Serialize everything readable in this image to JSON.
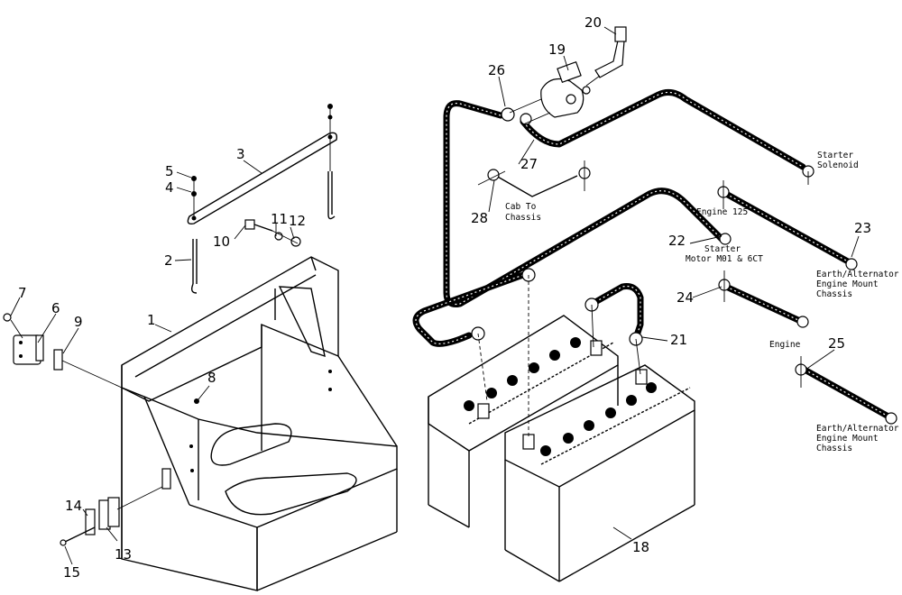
{
  "callouts": [
    "1",
    "2",
    "3",
    "4",
    "5",
    "6",
    "7",
    "8",
    "9",
    "10",
    "11",
    "12",
    "13",
    "14",
    "15",
    "18",
    "19",
    "20",
    "21",
    "22",
    "23",
    "24",
    "25",
    "26",
    "27",
    "28"
  ],
  "labels": {
    "starter_solenoid": [
      "Starter",
      "Solenoid"
    ],
    "cab_to_chassis": [
      "Cab To",
      "Chassis"
    ],
    "engine_125": "Engine 125",
    "starter_motor": [
      "Starter",
      "Motor M01 & 6CT"
    ],
    "earth_chassis_top": [
      "Earth/Alternator",
      "Engine Mount",
      "Chassis"
    ],
    "engine": "Engine",
    "earth_chassis_bottom": [
      "Earth/Alternator",
      "Engine Mount",
      "Chassis"
    ]
  }
}
